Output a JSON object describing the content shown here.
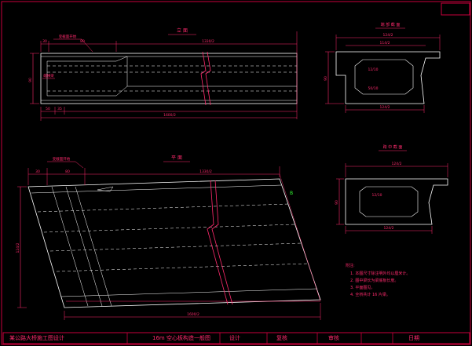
{
  "drawing": {
    "colors": {
      "background": "#000000",
      "outline": "#ffffff",
      "dimension": "#ff2a6d",
      "centerline": "#ffff55",
      "marker": "#33ff33",
      "frame": "#c8003c"
    },
    "elevation_view": {
      "title": "立 面",
      "dim_top_segments": [
        "30",
        "80",
        "1330/2"
      ],
      "dim_bottom_segments": [
        "50",
        "35"
      ],
      "dim_total": "1600/2",
      "dim_height": "90",
      "leader_top": "变截面开始",
      "leader_left": "端横梁"
    },
    "plan_view": {
      "title": "平 面",
      "dim_top_segments": [
        "30",
        "80",
        "1330/2"
      ],
      "dim_total": "1600/2",
      "dim_height": "124/2",
      "leader_top": "变截面开始",
      "marker": "B"
    },
    "section_top": {
      "title": "端 部 截 面",
      "dim_overall": "124/2",
      "dim_top_flange": "114/2",
      "dim_bottom": "124/2",
      "dim_height": "90",
      "inner_label_a": "12/10",
      "inner_label_b": "50/10"
    },
    "section_bottom": {
      "title": "跨 中 截 面",
      "dim_overall": "124/2",
      "dim_bottom": "124/2",
      "dim_height": "90",
      "inner_label": "12/10"
    },
    "notes": {
      "heading": "附注:",
      "items": [
        "1. 本图尺寸除注明外均以厘米计。",
        "2. 图中梁长为梁底板长度。",
        "3. 平面图见。",
        "4. 全桥共计 16 片梁。"
      ]
    },
    "title_block": {
      "project": "某公路大桥施工图设计",
      "drawing_name": "16m 空心板构造一般图",
      "field_design": "设计",
      "field_check": "复核",
      "field_review": "审核",
      "field_date": "日期"
    }
  }
}
